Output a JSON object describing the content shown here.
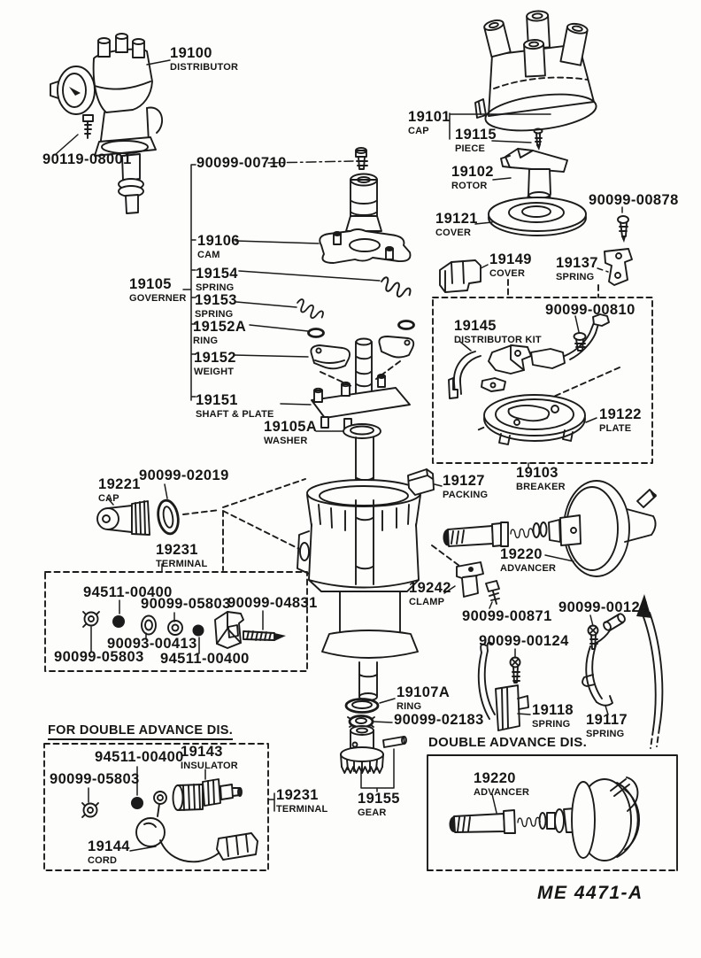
{
  "document": {
    "type": "exploded-parts-diagram",
    "subject": "distributor",
    "drawing_code": "ME 4471-A"
  },
  "headings": {
    "for_double_advance": "FOR DOUBLE ADVANCE DIS.",
    "double_advance": "DOUBLE ADVANCE DIS."
  },
  "parts": {
    "19100": {
      "num": "19100",
      "desc": "DISTRIBUTOR"
    },
    "19101": {
      "num": "19101",
      "desc": "CAP"
    },
    "19102": {
      "num": "19102",
      "desc": "ROTOR"
    },
    "19103": {
      "num": "19103",
      "desc": "BREAKER"
    },
    "19105": {
      "num": "19105",
      "desc": "GOVERNER"
    },
    "19105A": {
      "num": "19105A",
      "desc": "WASHER"
    },
    "19106": {
      "num": "19106",
      "desc": "CAM"
    },
    "19107A": {
      "num": "19107A",
      "desc": "RING"
    },
    "19115": {
      "num": "19115",
      "desc": "PIECE"
    },
    "19117": {
      "num": "19117",
      "desc": "SPRING"
    },
    "19118": {
      "num": "19118",
      "desc": "SPRING"
    },
    "19121": {
      "num": "19121",
      "desc": "COVER"
    },
    "19122": {
      "num": "19122",
      "desc": "PLATE"
    },
    "19127": {
      "num": "19127",
      "desc": "PACKING"
    },
    "19137": {
      "num": "19137",
      "desc": "SPRING"
    },
    "19143": {
      "num": "19143",
      "desc": "INSULATOR"
    },
    "19144": {
      "num": "19144",
      "desc": "CORD"
    },
    "19145": {
      "num": "19145",
      "desc": "DISTRIBUTOR KIT"
    },
    "19149": {
      "num": "19149",
      "desc": "COVER"
    },
    "19151": {
      "num": "19151",
      "desc": "SHAFT & PLATE"
    },
    "19152": {
      "num": "19152",
      "desc": "WEIGHT"
    },
    "19152A": {
      "num": "19152A",
      "desc": "RING"
    },
    "19153": {
      "num": "19153",
      "desc": "SPRING"
    },
    "19154": {
      "num": "19154",
      "desc": "SPRING"
    },
    "19155": {
      "num": "19155",
      "desc": "GEAR"
    },
    "19220": {
      "num": "19220",
      "desc": "ADVANCER"
    },
    "19221": {
      "num": "19221",
      "desc": "CAP"
    },
    "19231": {
      "num": "19231",
      "desc": "TERMINAL"
    },
    "19242": {
      "num": "19242",
      "desc": "CLAMP"
    },
    "90093-00413": {
      "num": "90093-00413"
    },
    "90099-00124": {
      "num": "90099-00124"
    },
    "90099-00710": {
      "num": "90099-00710"
    },
    "90099-00810": {
      "num": "90099-00810"
    },
    "90099-00871": {
      "num": "90099-00871"
    },
    "90099-00878": {
      "num": "90099-00878"
    },
    "90099-02019": {
      "num": "90099-02019"
    },
    "90099-02183": {
      "num": "90099-02183"
    },
    "90099-04831": {
      "num": "90099-04831"
    },
    "90099-05803": {
      "num": "90099-05803"
    },
    "90119-08001": {
      "num": "90119-08001"
    },
    "94511-00400": {
      "num": "94511-00400"
    }
  }
}
